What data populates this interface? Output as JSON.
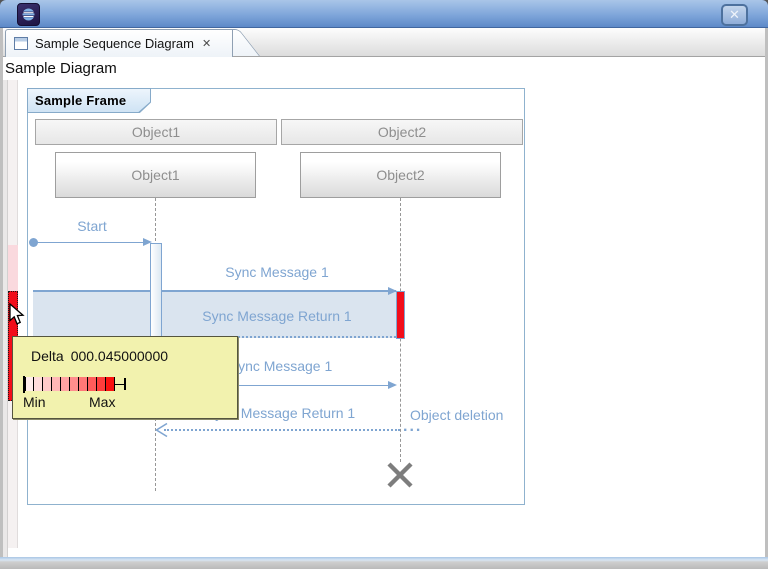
{
  "window": {
    "close_glyph": "✕"
  },
  "tab": {
    "label": "Sample Sequence Diagram",
    "close_glyph": "✕"
  },
  "toolbar": {
    "menu_glyph": "▽"
  },
  "subheader": {
    "label": "Sample Diagram"
  },
  "diagram": {
    "frame_label": "Sample Frame",
    "lifelines": [
      {
        "name": "Object1"
      },
      {
        "name": "Object2"
      }
    ],
    "messages": {
      "start": "Start",
      "sync_call": "Sync Message 1",
      "sync_return": "Sync Message Return 1",
      "async_call": "Async Message 1",
      "async_return": "Async Message Return 1"
    },
    "object_deletion_label": "Object deletion",
    "ellipsis": "..."
  },
  "tooltip": {
    "label": "Delta",
    "value": "000.045000000",
    "min_label": "Min",
    "max_label": "Max",
    "scale_colors": [
      "#ffedec",
      "#ffdcdb",
      "#ffcac9",
      "#ffb7b6",
      "#ffa3a2",
      "#ff8e8d",
      "#ff7877",
      "#ff5c5b",
      "#ff3d3c",
      "#fa1210"
    ]
  },
  "colors": {
    "accent_blue": "#7fa5d1",
    "selection_red": "#f20d1a",
    "range_pink": "#fad9de",
    "highlight_fill": "#dae4ef",
    "tooltip_bg": "#f2f2ae"
  }
}
